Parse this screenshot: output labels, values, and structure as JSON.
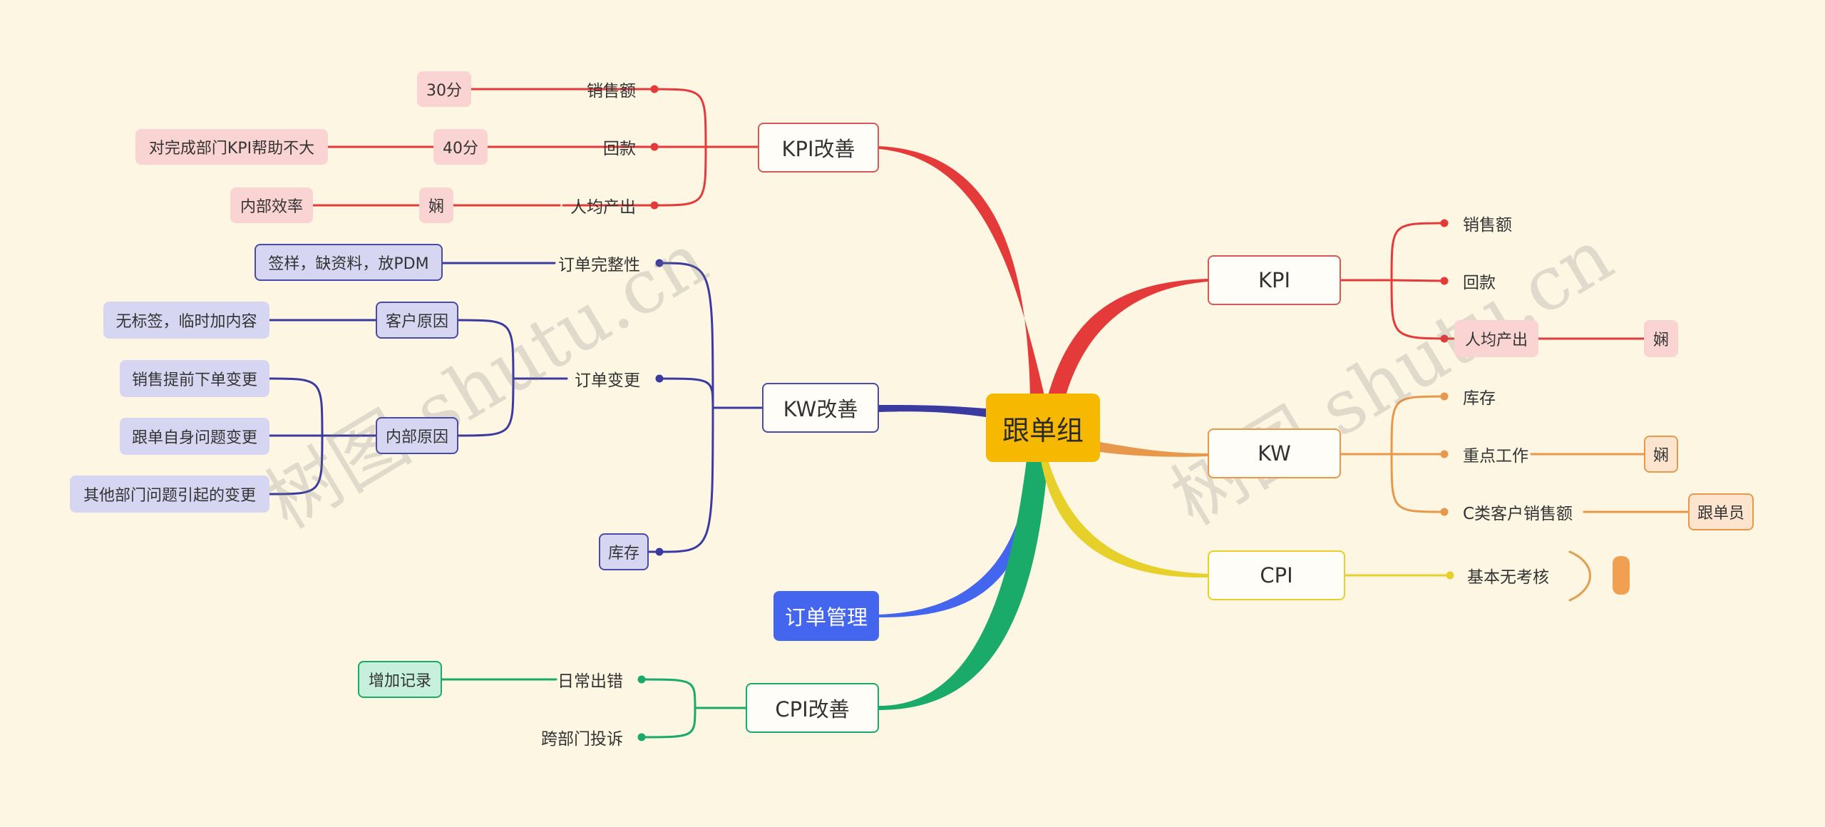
{
  "root": "跟单组",
  "colors": {
    "kpi": "#e53a3a",
    "kw": "#3a3aa0",
    "order": "#4466ee",
    "cpi_left": "#1aaa6a",
    "kw_right": "#e8984a",
    "cpi_right": "#e8d02a",
    "tag_red": "#fad4d2",
    "tag_blue": "#d6d6f3",
    "tag_green": "#c7f0dc",
    "tag_orange": "#fce4cf"
  },
  "left": {
    "kpi_improve": {
      "label": "KPI改善",
      "children": [
        {
          "label": "销售额",
          "tags": [
            "30分"
          ]
        },
        {
          "label": "回款",
          "tags": [
            "40分",
            "对完成部门KPI帮助不大"
          ]
        },
        {
          "label": "人均产出",
          "tags": [
            "娴",
            "内部效率"
          ]
        }
      ]
    },
    "kw_improve": {
      "label": "KW改善",
      "children": [
        {
          "label": "订单完整性",
          "tags": [
            "签样，缺资料，放PDM"
          ]
        },
        {
          "label": "订单变更",
          "groups": [
            {
              "label": "客户原因",
              "items": [
                "无标签，临时加内容"
              ]
            },
            {
              "label": "内部原因",
              "items": [
                "销售提前下单变更",
                "跟单自身问题变更",
                "其他部门问题引起的变更"
              ]
            }
          ]
        },
        {
          "label": "库存"
        }
      ]
    },
    "order_mgmt": {
      "label": "订单管理"
    },
    "cpi_improve": {
      "label": "CPI改善",
      "children": [
        {
          "label": "日常出错",
          "tags": [
            "增加记录"
          ]
        },
        {
          "label": "跨部门投诉"
        }
      ]
    }
  },
  "right": {
    "kpi": {
      "label": "KPI",
      "children": [
        {
          "label": "销售额"
        },
        {
          "label": "回款"
        },
        {
          "label": "人均产出",
          "tags": [
            "娴"
          ]
        }
      ]
    },
    "kw": {
      "label": "KW",
      "children": [
        {
          "label": "库存"
        },
        {
          "label": "重点工作",
          "tags": [
            "娴"
          ]
        },
        {
          "label": "C类客户销售额",
          "tags": [
            "跟单员"
          ]
        }
      ]
    },
    "cpi": {
      "label": "CPI",
      "children": [
        {
          "label": "基本无考核",
          "tags": [
            ""
          ]
        }
      ]
    }
  },
  "watermark": [
    "树图 shutu.cn",
    "树图 shutu.cn"
  ]
}
